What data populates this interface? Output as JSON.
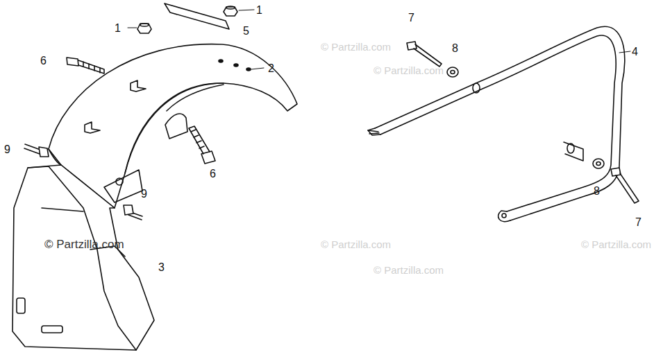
{
  "diagram": {
    "labels": [
      "1",
      "1",
      "5",
      "6",
      "2",
      "6",
      "9",
      "9",
      "3",
      "7",
      "8",
      "4",
      "8",
      "7",
      "© Partzilla.com",
      "© Partzilla.com",
      "© Partzilla.com",
      "© Partzilla.com",
      "© Partzilla.com",
      "© Partzilla.com"
    ]
  }
}
